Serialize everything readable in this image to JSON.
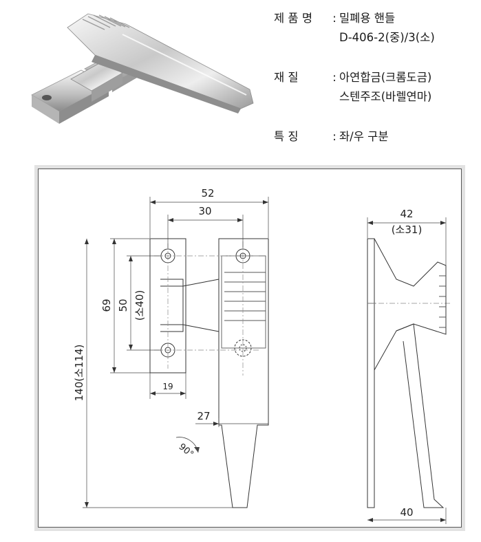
{
  "spec": {
    "rows": [
      {
        "label": "제 품 명",
        "sep": ":",
        "lines": [
          "밀폐용 핸들",
          "D-406-2(중)/3(소)"
        ]
      },
      {
        "label": "재      질",
        "sep": ":",
        "lines": [
          "아연합금(크롬도금)",
          "스텐주조(바렐연마)"
        ]
      },
      {
        "label": "특      징",
        "sep": ":",
        "lines": [
          "좌/우 구분"
        ]
      }
    ]
  },
  "drawing": {
    "dims": {
      "top_width": "52",
      "hole_pitch_h": "30",
      "side_depth": "42",
      "side_depth_small": "(소31)",
      "height_69": "69",
      "height_50": "50",
      "height_40_small": "(소40)",
      "height_140": "140(소114)",
      "base_width": "19",
      "offset_27": "27",
      "bottom_40": "40",
      "rotation": "90°"
    }
  }
}
